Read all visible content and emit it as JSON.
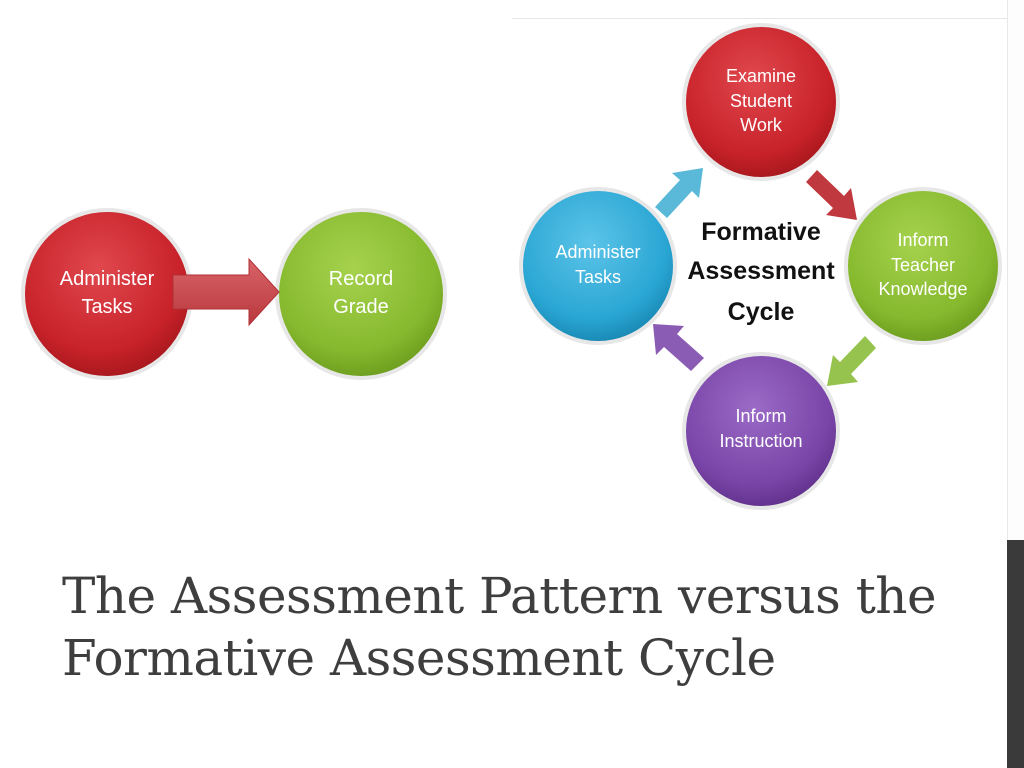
{
  "left_diagram": {
    "circle_1": [
      "Administer",
      "Tasks"
    ],
    "circle_2": [
      "Record",
      "Grade"
    ]
  },
  "cycle_diagram": {
    "center_label": [
      "Formative",
      "Assessment",
      "Cycle"
    ],
    "node_top": [
      "Examine",
      "Student",
      "Work"
    ],
    "node_right": [
      "Inform",
      "Teacher",
      "Knowledge"
    ],
    "node_bottom": [
      "Inform",
      "Instruction"
    ],
    "node_left": [
      "Administer",
      "Tasks"
    ]
  },
  "title": {
    "line1": "The Assessment Pattern versus the",
    "line2": "Formative Assessment Cycle"
  },
  "colors": {
    "red": "#c8222a",
    "green": "#86b92e",
    "blue": "#2aa6d4",
    "purple": "#7a45a8",
    "title_text": "#3e3e3e"
  }
}
